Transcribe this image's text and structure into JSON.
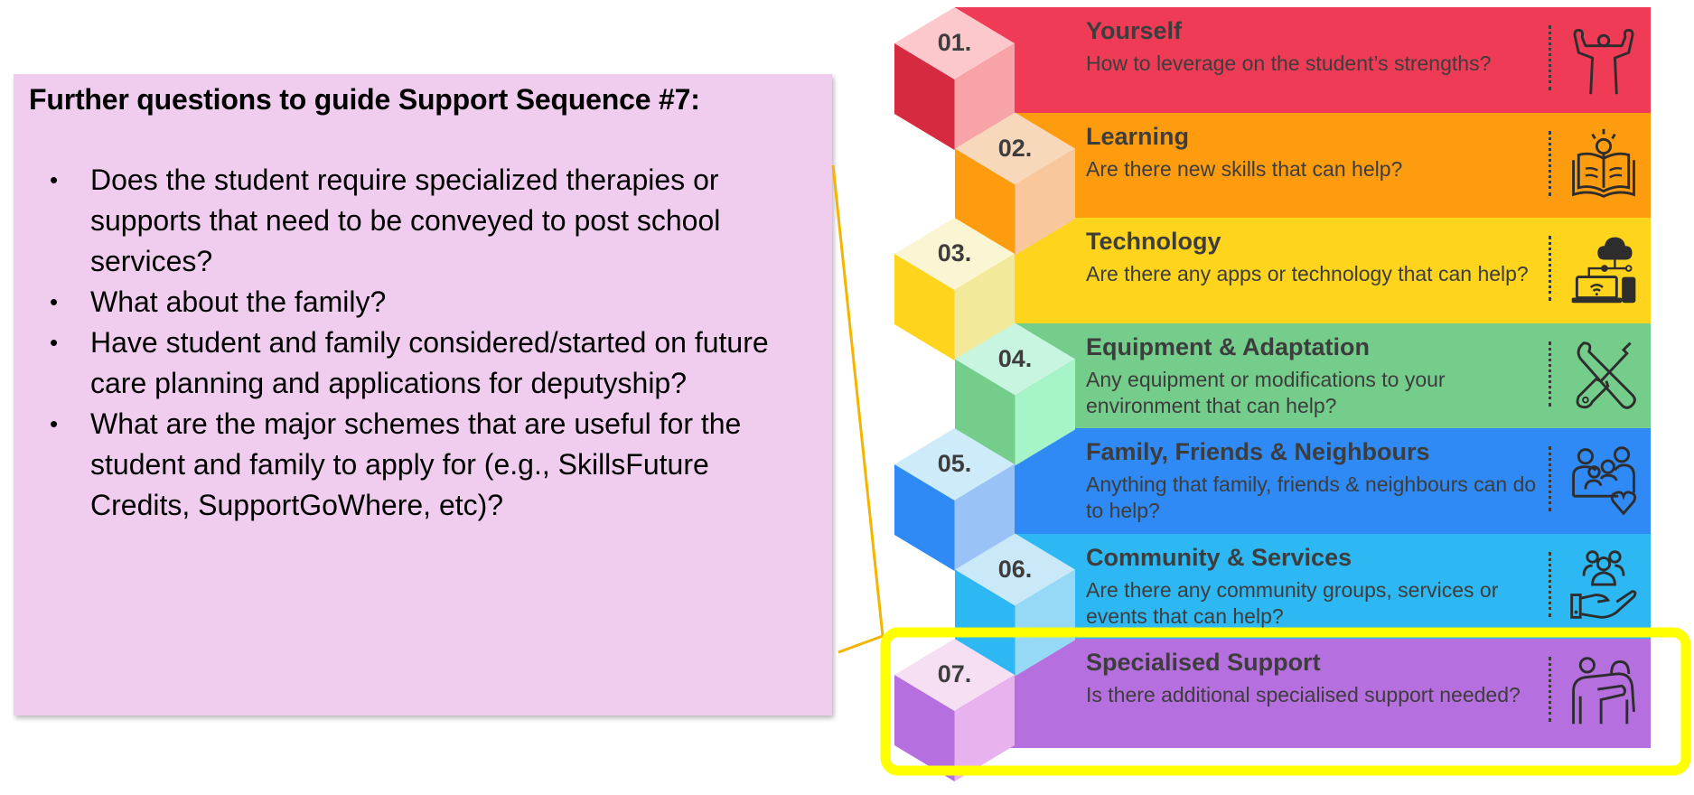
{
  "callout": {
    "title": "Further questions to guide Support Sequence #7:",
    "bullet_glyph": "•",
    "items": [
      "Does the student require specialized therapies or supports that need to be conveyed to post school services?",
      "What about the family?",
      "Have student and family considered/started on future care planning and applications for deputyship?",
      "What are the major schemes that are useful for the student and family to apply for (e.g., SkillsFuture Credits, SupportGoWhere, etc)?"
    ],
    "background_color": "#f0cdee",
    "connector_color": "#f4b400",
    "highlight_color": "#ffff00",
    "highlighted_step": "07."
  },
  "steps": [
    {
      "number": "01.",
      "title": "Yourself",
      "description": "How to leverage on the student’s strengths?",
      "icon": "strong-person-icon",
      "colors": {
        "band": "#ef3b55",
        "top": "#fcc8cb",
        "left": "#d52a40",
        "right": "#f7a3a8"
      }
    },
    {
      "number": "02.",
      "title": "Learning",
      "description": "Are there new skills that can help?",
      "icon": "book-lightbulb-icon",
      "colors": {
        "band": "#fd9c0f",
        "top": "#f7d8bb",
        "left": "#fd9c0f",
        "right": "#f8c79c"
      }
    },
    {
      "number": "03.",
      "title": "Technology",
      "description": "Are there any apps or technology that can help?",
      "icon": "cloud-devices-icon",
      "colors": {
        "band": "#fed41c",
        "top": "#faf5d3",
        "left": "#fed41c",
        "right": "#f3e99a"
      }
    },
    {
      "number": "04.",
      "title": "Equipment & Adaptation",
      "description": "Any equipment or modifications to your environment that can help?",
      "icon": "tools-icon",
      "colors": {
        "band": "#74cd8a",
        "top": "#c7f5df",
        "left": "#74cd8a",
        "right": "#a6f5c8"
      }
    },
    {
      "number": "05.",
      "title": "Family, Friends & Neighbours",
      "description": "Anything that family, friends & neighbours can do to help?",
      "icon": "family-heart-icon",
      "colors": {
        "band": "#2f8af5",
        "top": "#cdebf8",
        "left": "#2f8af5",
        "right": "#99c2f7"
      }
    },
    {
      "number": "06.",
      "title": "Community & Services",
      "description": "Are there any community groups, services or events that can help?",
      "icon": "community-hand-icon",
      "colors": {
        "band": "#2eb8f3",
        "top": "#c9e8f8",
        "left": "#2eb8f3",
        "right": "#95d9f6"
      }
    },
    {
      "number": "07.",
      "title": "Specialised Support",
      "description": "Is there additional specialised support needed?",
      "icon": "supporting-person-icon",
      "colors": {
        "band": "#b66fdf",
        "top": "#f6def3",
        "left": "#b66fdf",
        "right": "#e8b2ee"
      }
    }
  ]
}
